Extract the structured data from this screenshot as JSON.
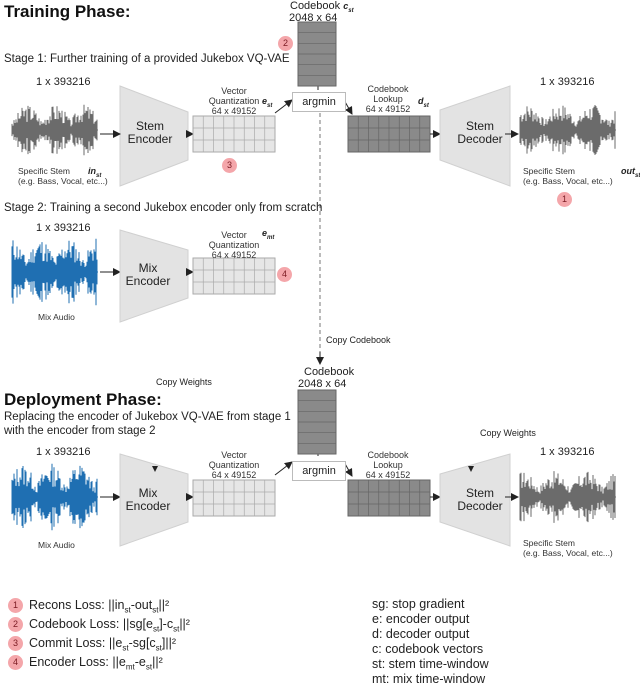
{
  "training": {
    "title": "Training Phase:",
    "stage1": "Stage 1: Further training of a provided Jukebox VQ-VAE",
    "stage2": "Stage 2: Training a second Jukebox encoder only from scratch",
    "codebook_title": "Codebook",
    "codebook_sym": "c",
    "codebook_sub": "st",
    "codebook_size": "2048 x 64",
    "argmin": "argmin",
    "vq_label": "Vector\nQuantization\n64 x 49152",
    "vq_sym": "e",
    "vq_sub": "st",
    "lookup_label": "Codebook\nLookup\n64 x 49152",
    "lookup_sym": "d",
    "lookup_sub": "st",
    "stem_encoder": "Stem\nEncoder",
    "stem_decoder": "Stem\nDecoder",
    "input_size": "1 x 393216",
    "output_size": "1 x 393216",
    "in_caption": "Specific Stem\n(e.g. Bass, Vocal, etc...)",
    "in_sym": "in",
    "in_sub": "st",
    "out_caption": "Specific Stem\n(e.g. Bass, Vocal, etc...)",
    "out_sym": "out",
    "out_sub": "st",
    "mix_size": "1 x 393216",
    "mix_encoder": "Mix\nEncoder",
    "mix_vq_label": "Vector\nQuantization\n64 x 49152",
    "mix_vq_sym": "e",
    "mix_vq_sub": "mt",
    "mix_caption": "Mix Audio",
    "copy_codebook": "Copy Codebook"
  },
  "deployment": {
    "title": "Deployment Phase:",
    "desc": "Replacing the encoder of Jukebox VQ-VAE from stage 1\nwith the encoder from stage 2",
    "copy_weights_left": "Copy Weights",
    "copy_weights_right": "Copy Weights",
    "codebook_title": "Codebook",
    "codebook_size": "2048 x 64",
    "argmin": "argmin",
    "vq_label": "Vector\nQuantization\n64 x 49152",
    "lookup_label": "Codebook\nLookup\n64 x 49152",
    "mix_encoder": "Mix\nEncoder",
    "stem_decoder": "Stem\nDecoder",
    "input_size": "1 x 393216",
    "output_size": "1 x 393216",
    "mix_caption": "Mix Audio",
    "out_caption": "Specific Stem\n(e.g. Bass, Vocal, etc...)"
  },
  "badges": [
    "1",
    "2",
    "3",
    "4"
  ],
  "losses": [
    {
      "num": "1",
      "name": "Recons Loss:",
      "formula": "||in",
      "sub1": "st",
      "mid": "-out",
      "sub2": "st",
      "tail": "||²"
    },
    {
      "num": "2",
      "name": "Codebook Loss:",
      "formula": "||sg[e",
      "sub1": "st",
      "mid": "]-c",
      "sub2": "st",
      "tail": "||²"
    },
    {
      "num": "3",
      "name": "Commit Loss:",
      "formula": "||e",
      "sub1": "st",
      "mid": "-sg[c",
      "sub2": "st",
      "tail": "]||²"
    },
    {
      "num": "4",
      "name": "Encoder Loss:",
      "formula": "||e",
      "sub1": "mt",
      "mid": "-e",
      "sub2": "st",
      "tail": "||²"
    }
  ],
  "abbreviations": [
    "sg: stop gradient",
    "e: encoder output",
    "d: decoder output",
    "c: codebook vectors",
    "st: stem time-window",
    "mt: mix time-window"
  ],
  "colors": {
    "stem_wave": "#6b6b6b",
    "mix_wave": "#1f6fb2",
    "trapezoid": "#e3e3e3",
    "vq_grid": "#e6e6e6",
    "codebook": "#8a8a8a",
    "lookup": "#8a8a8a",
    "badge": "#f4a6aa"
  }
}
